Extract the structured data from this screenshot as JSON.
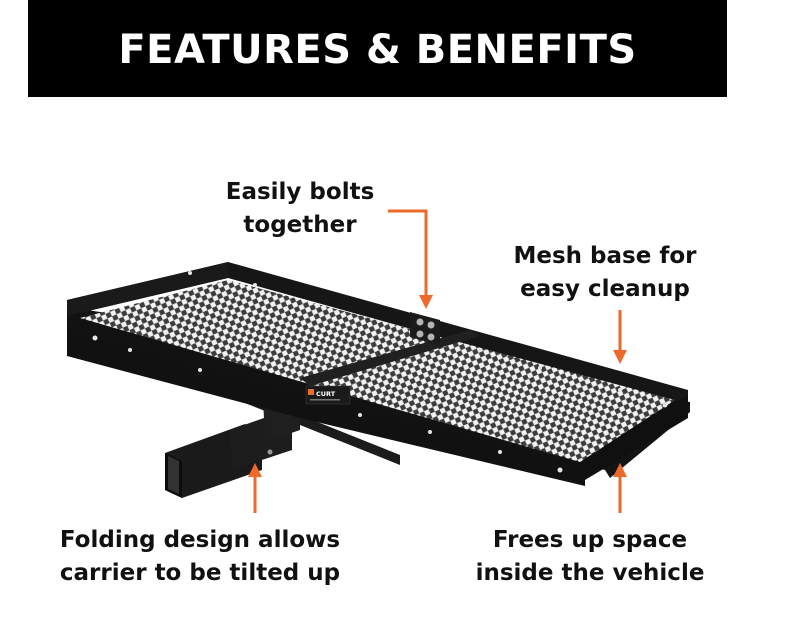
{
  "banner": {
    "title": "FEATURES & BENEFITS"
  },
  "callouts": {
    "bolts": {
      "line1": "Easily bolts",
      "line2": "together"
    },
    "mesh": {
      "line1": "Mesh base for",
      "line2": "easy cleanup"
    },
    "folding": {
      "line1": "Folding design allows",
      "line2": "carrier to be tilted up"
    },
    "frees": {
      "line1": "Frees up space",
      "line2": "inside the vehicle"
    }
  },
  "colors": {
    "accent": "#ee6a2b",
    "banner_bg": "#000000",
    "banner_text": "#ffffff",
    "frame": "#141414"
  },
  "product": {
    "brand_label": "CURT"
  }
}
